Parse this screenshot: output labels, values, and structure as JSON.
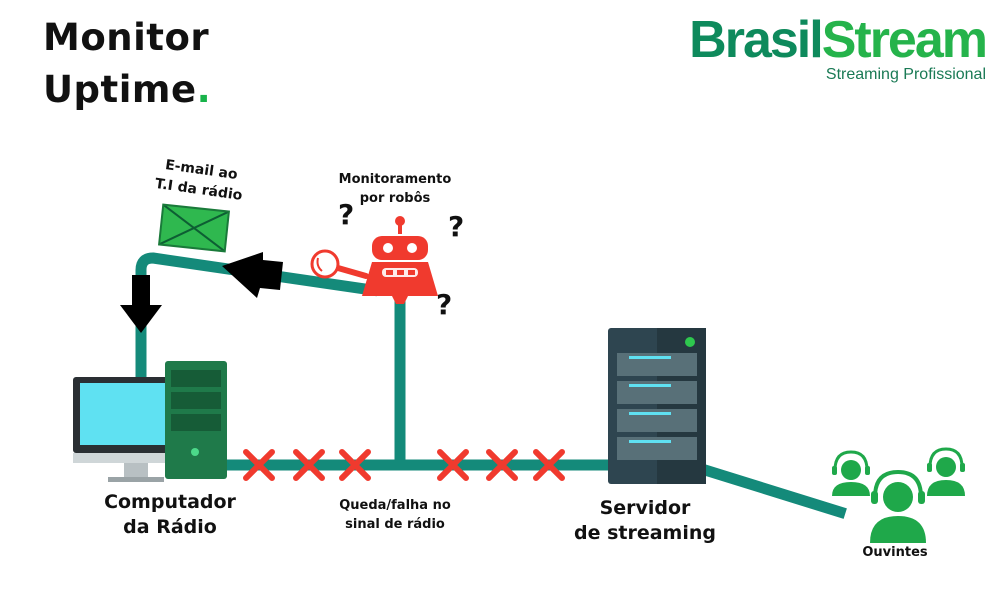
{
  "header": {
    "title_line1": "Monitor",
    "title_line2": "Uptime",
    "title_dot": "."
  },
  "logo": {
    "brand_part1": "Brasil",
    "brand_part2": "Stream",
    "tagline": "Streaming Profissional"
  },
  "labels": {
    "email": "E-mail ao\nT.I da rádio",
    "robots": "Monitoramento\npor robôs",
    "computer": "Computador\nda Rádio",
    "signal_failure": "Queda/falha no\nsinal de rádio",
    "server": "Servidor\nde streaming",
    "listeners": "Ouvintes"
  },
  "question_mark": "?",
  "colors": {
    "line": "#148a7a",
    "accent_green": "#18b34a",
    "robot_red": "#f03a2e",
    "cross_red": "#f03a2e",
    "server_dark": "#2e4550",
    "monitor_screen": "#5fe1f2",
    "tower_green": "#1f7a4a",
    "envelope_green": "#2fb84f",
    "listener_green": "#1fa84a"
  },
  "icons": {
    "envelope": "envelope-icon",
    "robot": "robot-icon",
    "magnifier": "magnifier-icon",
    "computer": "computer-icon",
    "server": "server-icon",
    "listeners": "headset-user-icon",
    "arrow": "arrow-icon",
    "cross": "cross-icon"
  }
}
